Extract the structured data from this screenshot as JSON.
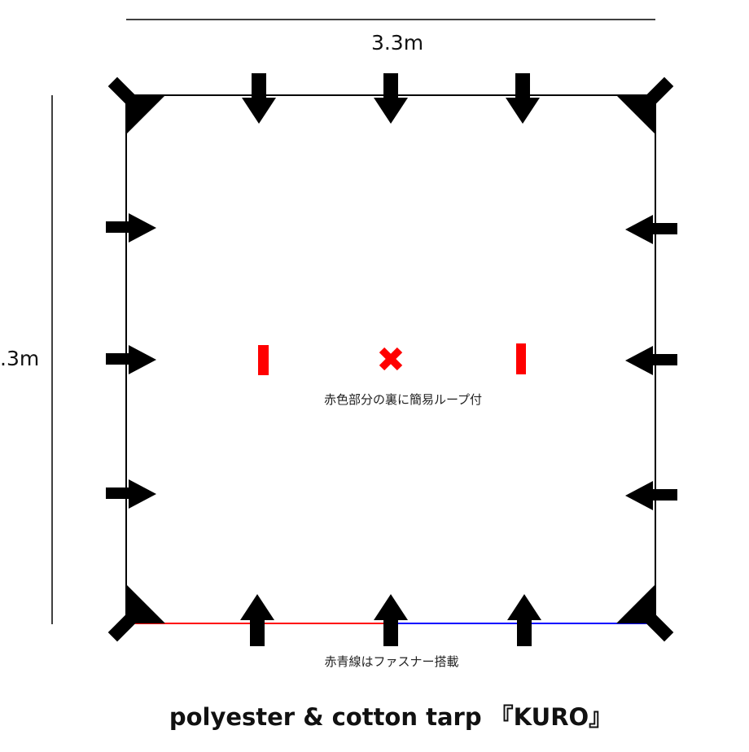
{
  "dimensions": {
    "width_label": "3.3m",
    "height_label": ".3m"
  },
  "notes": {
    "loop_note": "赤色部分の裏に簡易ループ付",
    "zipper_note": "赤青線はファスナー搭載"
  },
  "title": "polyester & cotton tarp 『KURO』",
  "colors": {
    "outline": "#000000",
    "accent_red": "#ff0000",
    "accent_blue": "#0000ff",
    "arrow": "#000000"
  },
  "icons": {
    "edge_loop": "arrow-icon",
    "center_mark": "cross-icon",
    "loop_marker": "bar-icon"
  }
}
